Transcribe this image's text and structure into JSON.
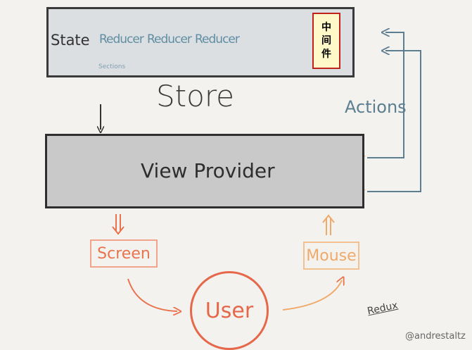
{
  "store": {
    "state_label": "State",
    "reducers": [
      "Reducer",
      "Reducer",
      "Reducer"
    ],
    "sections_label": "Sections",
    "middleware_chars": [
      "中",
      "间",
      "件"
    ],
    "title": "Store"
  },
  "actions_label": "Actions",
  "view_provider": {
    "title": "View Provider"
  },
  "screen_label": "Screen",
  "mouse_label": "Mouse",
  "user_label": "User",
  "redux_label": "Redux",
  "credit": "@andrestaltz",
  "colors": {
    "store_fill": "#dcdfe2",
    "reducer": "#5f8ea3",
    "middleware_fill": "#fff8c8",
    "middleware_border": "#c0221e",
    "view_fill": "#c9c9c9",
    "action_arrows": "#5b7f91",
    "star": "#f0a030",
    "screen": "#e8734e",
    "mouse": "#efaa6a",
    "user": "#e6684a"
  }
}
